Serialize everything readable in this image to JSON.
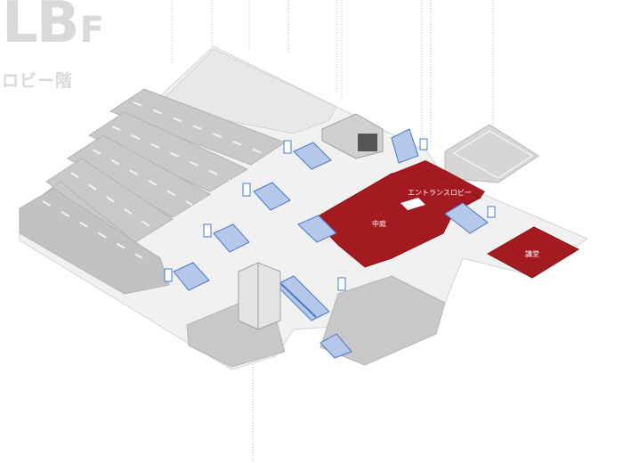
{
  "floor": {
    "code": "LB",
    "suffix": "F",
    "name": "ロビー階"
  },
  "areas": {
    "entrance_lobby": "エントランスロビー",
    "courtyard": "中庭",
    "auditorium": "講堂"
  },
  "colors": {
    "highlight": "#a31b21",
    "floor_light": "#eeeeee",
    "floor_mid": "#cfcfcf",
    "floor_dark": "#bdbdbd",
    "stair_blue": "#4a78c8",
    "header_gray": "#d9d9d9"
  },
  "icons": [
    "elevator-icon",
    "escalator-icon",
    "stairs-icon"
  ]
}
